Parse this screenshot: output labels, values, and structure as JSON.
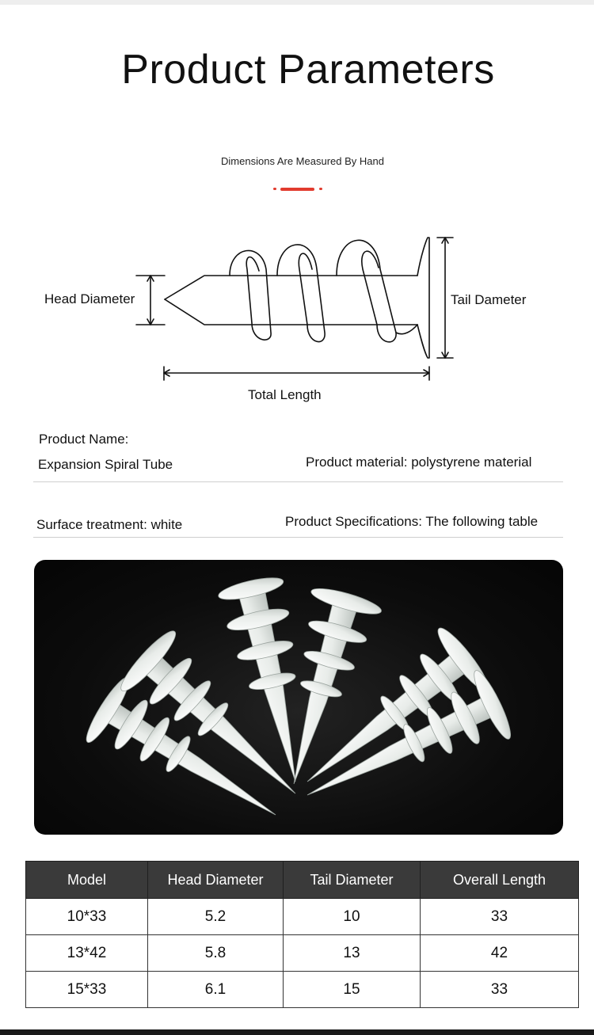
{
  "title": "Product Parameters",
  "subtitle": "Dimensions Are Measured By Hand",
  "accent_color": "#e23b2e",
  "diagram": {
    "head_label": "Head Diameter",
    "tail_label": "Tail Dameter",
    "length_label": "Total Length"
  },
  "info": {
    "name_label": "Product Name:",
    "name_value": "Expansion Spiral Tube",
    "material": "Product material: polystyrene material",
    "surface": "Surface treatment: white",
    "specifications": "Product Specifications: The following table"
  },
  "table": {
    "headers": [
      "Model",
      "Head Diameter",
      "Tail Diameter",
      "Overall Length"
    ],
    "rows": [
      [
        "10*33",
        "5.2",
        "10",
        "33"
      ],
      [
        "13*42",
        "5.8",
        "13",
        "42"
      ],
      [
        "15*33",
        "6.1",
        "15",
        "33"
      ]
    ]
  }
}
